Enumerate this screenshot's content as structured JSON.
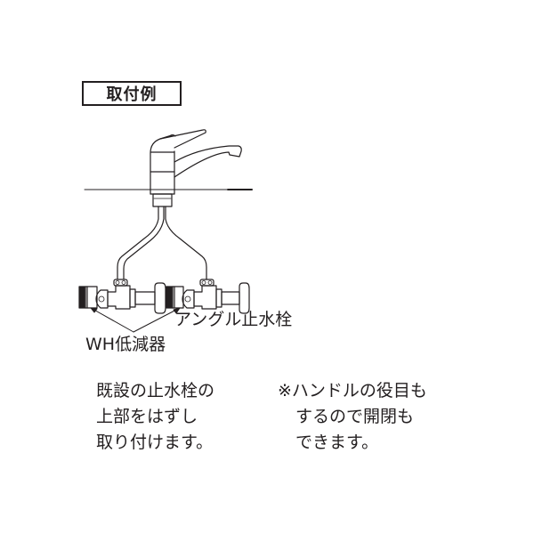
{
  "title": "取付例",
  "labels": {
    "angle_valve": "アングル止水栓",
    "wh_reducer": "WH低減器"
  },
  "notes": {
    "left": [
      "既設の止水栓の",
      "上部をはずし",
      "取り付けます。"
    ],
    "right": [
      "※ハンドルの役目も",
      "するので開閉も",
      "できます。"
    ]
  },
  "colors": {
    "line": "#231f20",
    "background": "#ffffff"
  }
}
